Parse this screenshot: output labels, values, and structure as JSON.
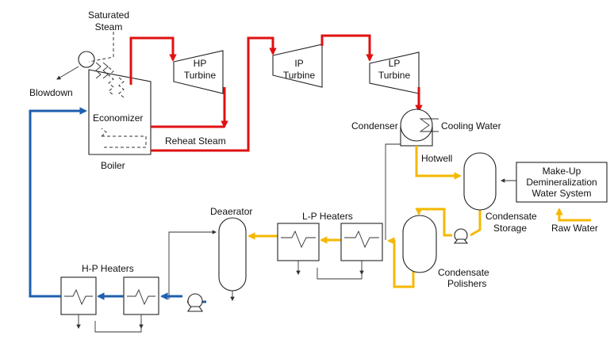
{
  "colors": {
    "steam": "#e01010",
    "feedwater": "#1f5fae",
    "condensate": "#f5b800",
    "outline": "#222222"
  },
  "labels": {
    "saturated_steam": [
      "Saturated",
      "Steam"
    ],
    "blowdown": "Blowdown",
    "economizer": "Economizer",
    "reheat_steam": "Reheat Steam",
    "boiler": "Boiler",
    "hp_turbine": [
      "HP",
      "Turbine"
    ],
    "ip_turbine": [
      "IP",
      "Turbine"
    ],
    "lp_turbine": [
      "LP",
      "Turbine"
    ],
    "condenser": "Condenser",
    "cooling_water": "Cooling Water",
    "hotwell": "Hotwell",
    "makeup_system": [
      "Make-Up",
      "Demineralization",
      "Water System"
    ],
    "condensate_storage": [
      "Condensate",
      "Storage"
    ],
    "raw_water": "Raw Water",
    "deaerator": "Deaerator",
    "lp_heaters": "L-P Heaters",
    "condensate_polishers": [
      "Condensate",
      "Polishers"
    ],
    "hp_heaters": "H-P Heaters"
  }
}
